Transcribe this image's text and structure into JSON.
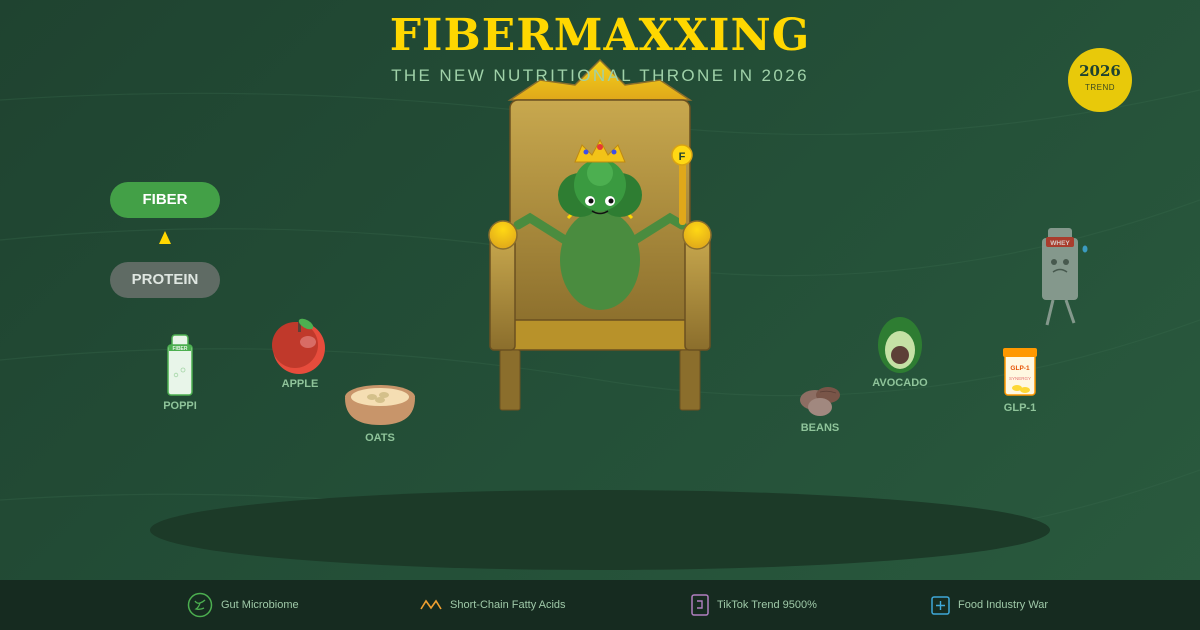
{
  "header": {
    "title": "FIBERMAXXING",
    "subtitle": "THE NEW NUTRITIONAL THRONE IN 2026"
  },
  "badge": {
    "year": "2026",
    "label": "TREND"
  },
  "comparison": {
    "top": "FIBER",
    "bottom": "PROTEIN",
    "arrow": "up-arrow"
  },
  "throne": {
    "scepter_letter": "F",
    "character": "broccoli-king"
  },
  "foods": [
    {
      "label": "POPPI",
      "bottle_text": "FIBER SODA",
      "icon": "soda-bottle-icon"
    },
    {
      "label": "APPLE",
      "icon": "apple-icon"
    },
    {
      "label": "OATS",
      "icon": "oat-bowl-icon"
    },
    {
      "label": "BEANS",
      "icon": "beans-icon"
    },
    {
      "label": "AVOCADO",
      "icon": "avocado-icon"
    },
    {
      "label": "GLP-1",
      "jar_title": "GLP-1",
      "jar_sub": "SYNERGY",
      "icon": "pill-jar-icon"
    }
  ],
  "whey": {
    "label": "WHEY",
    "icon": "sad-whey-bottle-icon"
  },
  "footer": {
    "items": [
      {
        "label": "Gut Microbiome",
        "icon": "gut-icon",
        "color": "#4caf50"
      },
      {
        "label": "Short-Chain Fatty Acids",
        "icon": "zigzag-icon",
        "color": "#f0a030"
      },
      {
        "label": "TikTok Trend 9500%",
        "icon": "phone-icon",
        "color": "#b07fc0"
      },
      {
        "label": "Food Industry War",
        "icon": "plus-box-icon",
        "color": "#3fa8d8"
      }
    ]
  },
  "colors": {
    "gold": "#FFD700",
    "fiber_green": "#43a047",
    "protein_gray": "#5f6b64",
    "background": "#234a35",
    "footer_bg": "#162b20"
  }
}
